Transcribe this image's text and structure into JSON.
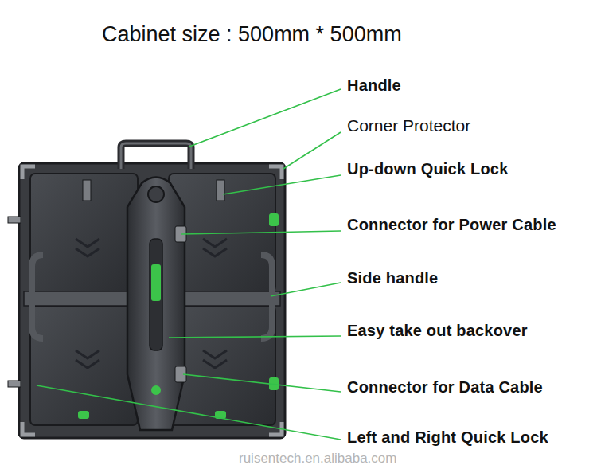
{
  "diagram": {
    "title": "Cabinet size : 500mm * 500mm",
    "labels": [
      "Handle",
      "Corner Protector",
      "Up-down Quick Lock",
      "Connector for Power Cable",
      "Side handle",
      "Easy take out backover",
      "Connector for Data Cable",
      "Left and Right Quick Lock",
      "ruisentech.en.alibaba.com"
    ]
  }
}
